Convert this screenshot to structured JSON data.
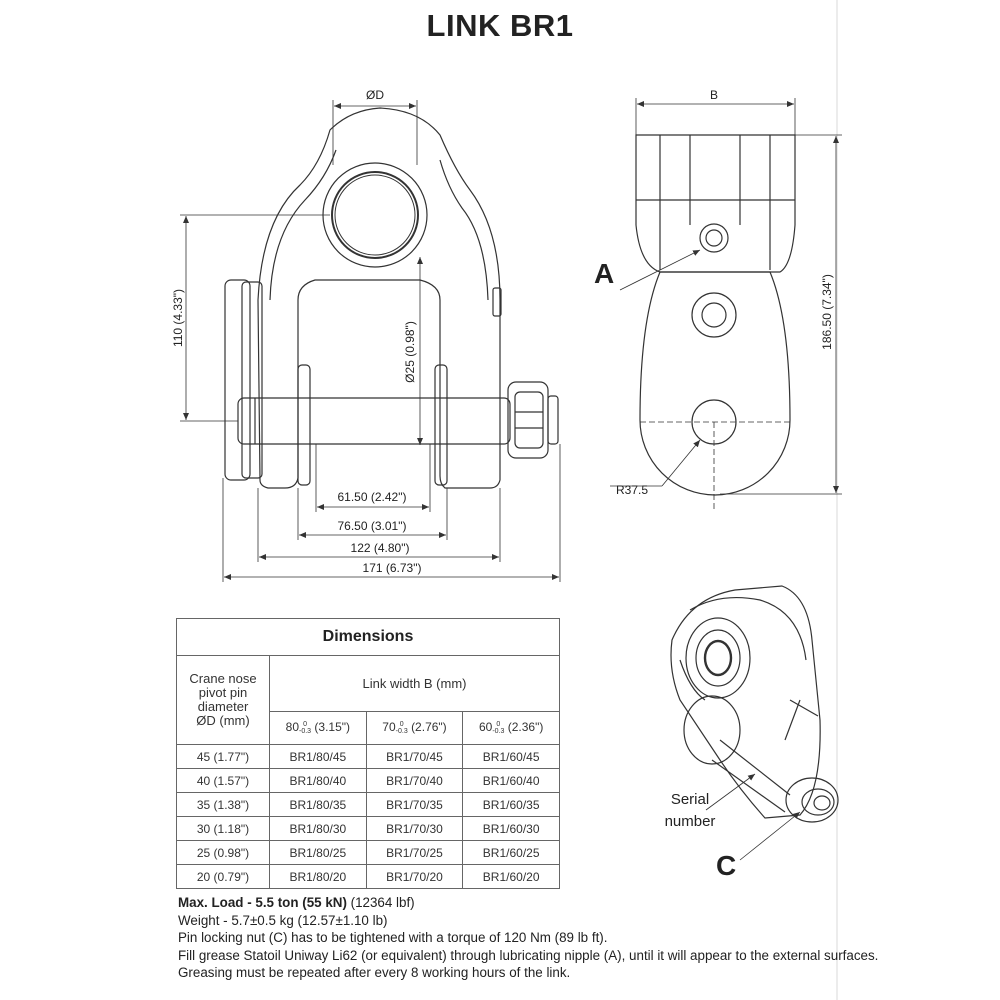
{
  "title": "LINK BR1",
  "front_view": {
    "dim_pin_diameter": "ØD",
    "dim_height": "110 (4.33\")",
    "dim_pin_dia": "Ø25 (0.98\")",
    "dim_inner": "61.50 (2.42\")",
    "dim_between": "76.50 (3.01\")",
    "dim_pin_length": "122 (4.80\")",
    "dim_overall": "171 (6.73\")"
  },
  "side_view": {
    "dim_width": "B",
    "dim_height": "186.50 (7.34\")",
    "dim_radius": "R37.5",
    "callout_a": "A"
  },
  "iso_view": {
    "serial_line1": "Serial",
    "serial_line2": "number",
    "callout_c": "C"
  },
  "table": {
    "caption": "Dimensions",
    "col0_header": [
      "Crane nose",
      "pivot pin",
      "diameter",
      "ØD (mm)"
    ],
    "group_header": "Link width B (mm)",
    "widths": [
      {
        "base": "80",
        "sup": "0",
        "sub": "-0.3",
        "inch": "(3.15\")"
      },
      {
        "base": "70",
        "sup": "0",
        "sub": "-0.3",
        "inch": "(2.76\")"
      },
      {
        "base": "60",
        "sup": "0",
        "sub": "-0.3",
        "inch": "(2.36\")"
      }
    ],
    "rows": [
      [
        "45 (1.77\")",
        "BR1/80/45",
        "BR1/70/45",
        "BR1/60/45"
      ],
      [
        "40 (1.57\")",
        "BR1/80/40",
        "BR1/70/40",
        "BR1/60/40"
      ],
      [
        "35 (1.38\")",
        "BR1/80/35",
        "BR1/70/35",
        "BR1/60/35"
      ],
      [
        "30 (1.18\")",
        "BR1/80/30",
        "BR1/70/30",
        "BR1/60/30"
      ],
      [
        "25 (0.98\")",
        "BR1/80/25",
        "BR1/70/25",
        "BR1/60/25"
      ],
      [
        "20 (0.79\")",
        "BR1/80/20",
        "BR1/70/20",
        "BR1/60/20"
      ]
    ]
  },
  "notes": {
    "max_load_bold": "Max. Load - 5.5 ton (55 kN)",
    "max_load_rest": " (12364 lbf)",
    "weight": "Weight - 5.7±0.5 kg (12.57±1.10 lb)",
    "line3": "Pin locking nut (C) has to be tightened with a torque of 120 Nm (89 lb ft).",
    "line4": "Fill grease Statoil Uniway Li62 (or equivalent) through lubricating nipple (A), until it will appear to the external surfaces.",
    "line5": "Greasing must be repeated after every 8 working hours of the link."
  }
}
